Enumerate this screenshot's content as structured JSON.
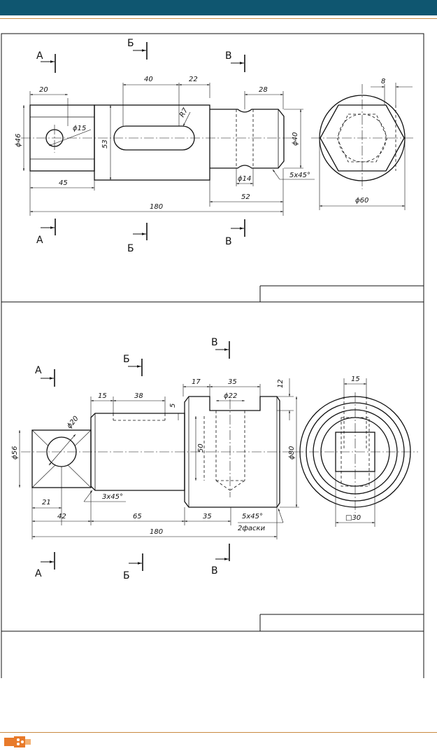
{
  "colors": {
    "header_bar": "#0f5670",
    "rule_line": "#c98a40",
    "line": "#111111",
    "logo_orange": "#e87a2a"
  },
  "drawing1": {
    "section_labels": {
      "a": "А",
      "b": "Б",
      "v": "В"
    },
    "dims": {
      "d20": "20",
      "d40": "40",
      "d22": "22",
      "d28": "28",
      "d8": "8",
      "phi15": "ϕ15",
      "r7": "R7",
      "phi46": "ϕ46",
      "d53": "53",
      "phi40": "ϕ40",
      "phi14": "ϕ14",
      "chamfer": "5x45°",
      "d45": "45",
      "d52": "52",
      "d180": "180",
      "phi60": "ϕ60"
    }
  },
  "drawing2": {
    "section_labels": {
      "a": "А",
      "b": "Б",
      "v": "В"
    },
    "dims": {
      "d15": "15",
      "d38": "38",
      "d5": "5",
      "d17": "17",
      "d35top": "35",
      "d12": "12",
      "phi22": "ϕ22",
      "phi20": "ϕ20",
      "phi56": "ϕ56",
      "d50": "50",
      "phi80": "ϕ80",
      "d21": "21",
      "chamfer3": "3x45°",
      "d42": "42",
      "d65": "65",
      "d35": "35",
      "chamfer5": "5x45°",
      "two_chamfers": "2фаски",
      "d180": "180",
      "d15r": "15",
      "sq30": "□30"
    }
  }
}
